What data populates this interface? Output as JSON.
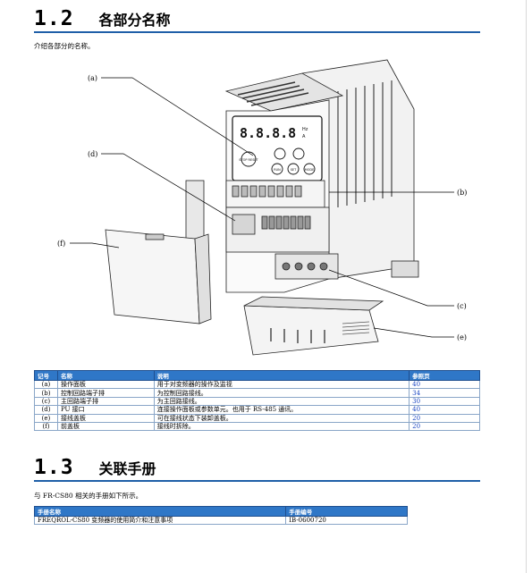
{
  "section1": {
    "number": "1.2",
    "title": "各部分名称",
    "intro": "介绍各部分的名称。"
  },
  "callouts": {
    "a": "(a)",
    "b": "(b)",
    "c": "(c)",
    "d": "(d)",
    "e": "(e)",
    "f": "(f)"
  },
  "display": {
    "digits": "8.8.8.8",
    "units": [
      "Hz",
      "A"
    ],
    "buttons": [
      "STOP RESET",
      "RUN",
      "SET",
      "MODE"
    ]
  },
  "parts_table": {
    "headers": [
      "记号",
      "名称",
      "说明",
      "参照页"
    ],
    "rows": [
      {
        "symbol": "(a)",
        "name": "操作面板",
        "desc": "用于对变频器的操作及监视",
        "page": "40"
      },
      {
        "symbol": "(b)",
        "name": "控制回路端子排",
        "desc": "为控制回路接线。",
        "page": "34"
      },
      {
        "symbol": "(c)",
        "name": "主回路端子排",
        "desc": "为主回路接线。",
        "page": "30"
      },
      {
        "symbol": "(d)",
        "name": "PU 接口",
        "desc": "连接操作面板或参数单元。也用于 RS-485 通讯。",
        "page": "40"
      },
      {
        "symbol": "(e)",
        "name": "接线盖板",
        "desc": "可在接线状态下装卸盖板。",
        "page": "20"
      },
      {
        "symbol": "(f)",
        "name": "前盖板",
        "desc": "接线时拆除。",
        "page": "20"
      }
    ]
  },
  "section2": {
    "number": "1.3",
    "title": "关联手册",
    "intro": "与 FR-CS80 相关的手册如下所示。"
  },
  "manual_table": {
    "headers": [
      "手册名称",
      "手册编号"
    ],
    "rows": [
      {
        "name": "FREQROL-CS80 变频器的使用简介和注意事项",
        "number": "IB-0600720"
      }
    ]
  }
}
